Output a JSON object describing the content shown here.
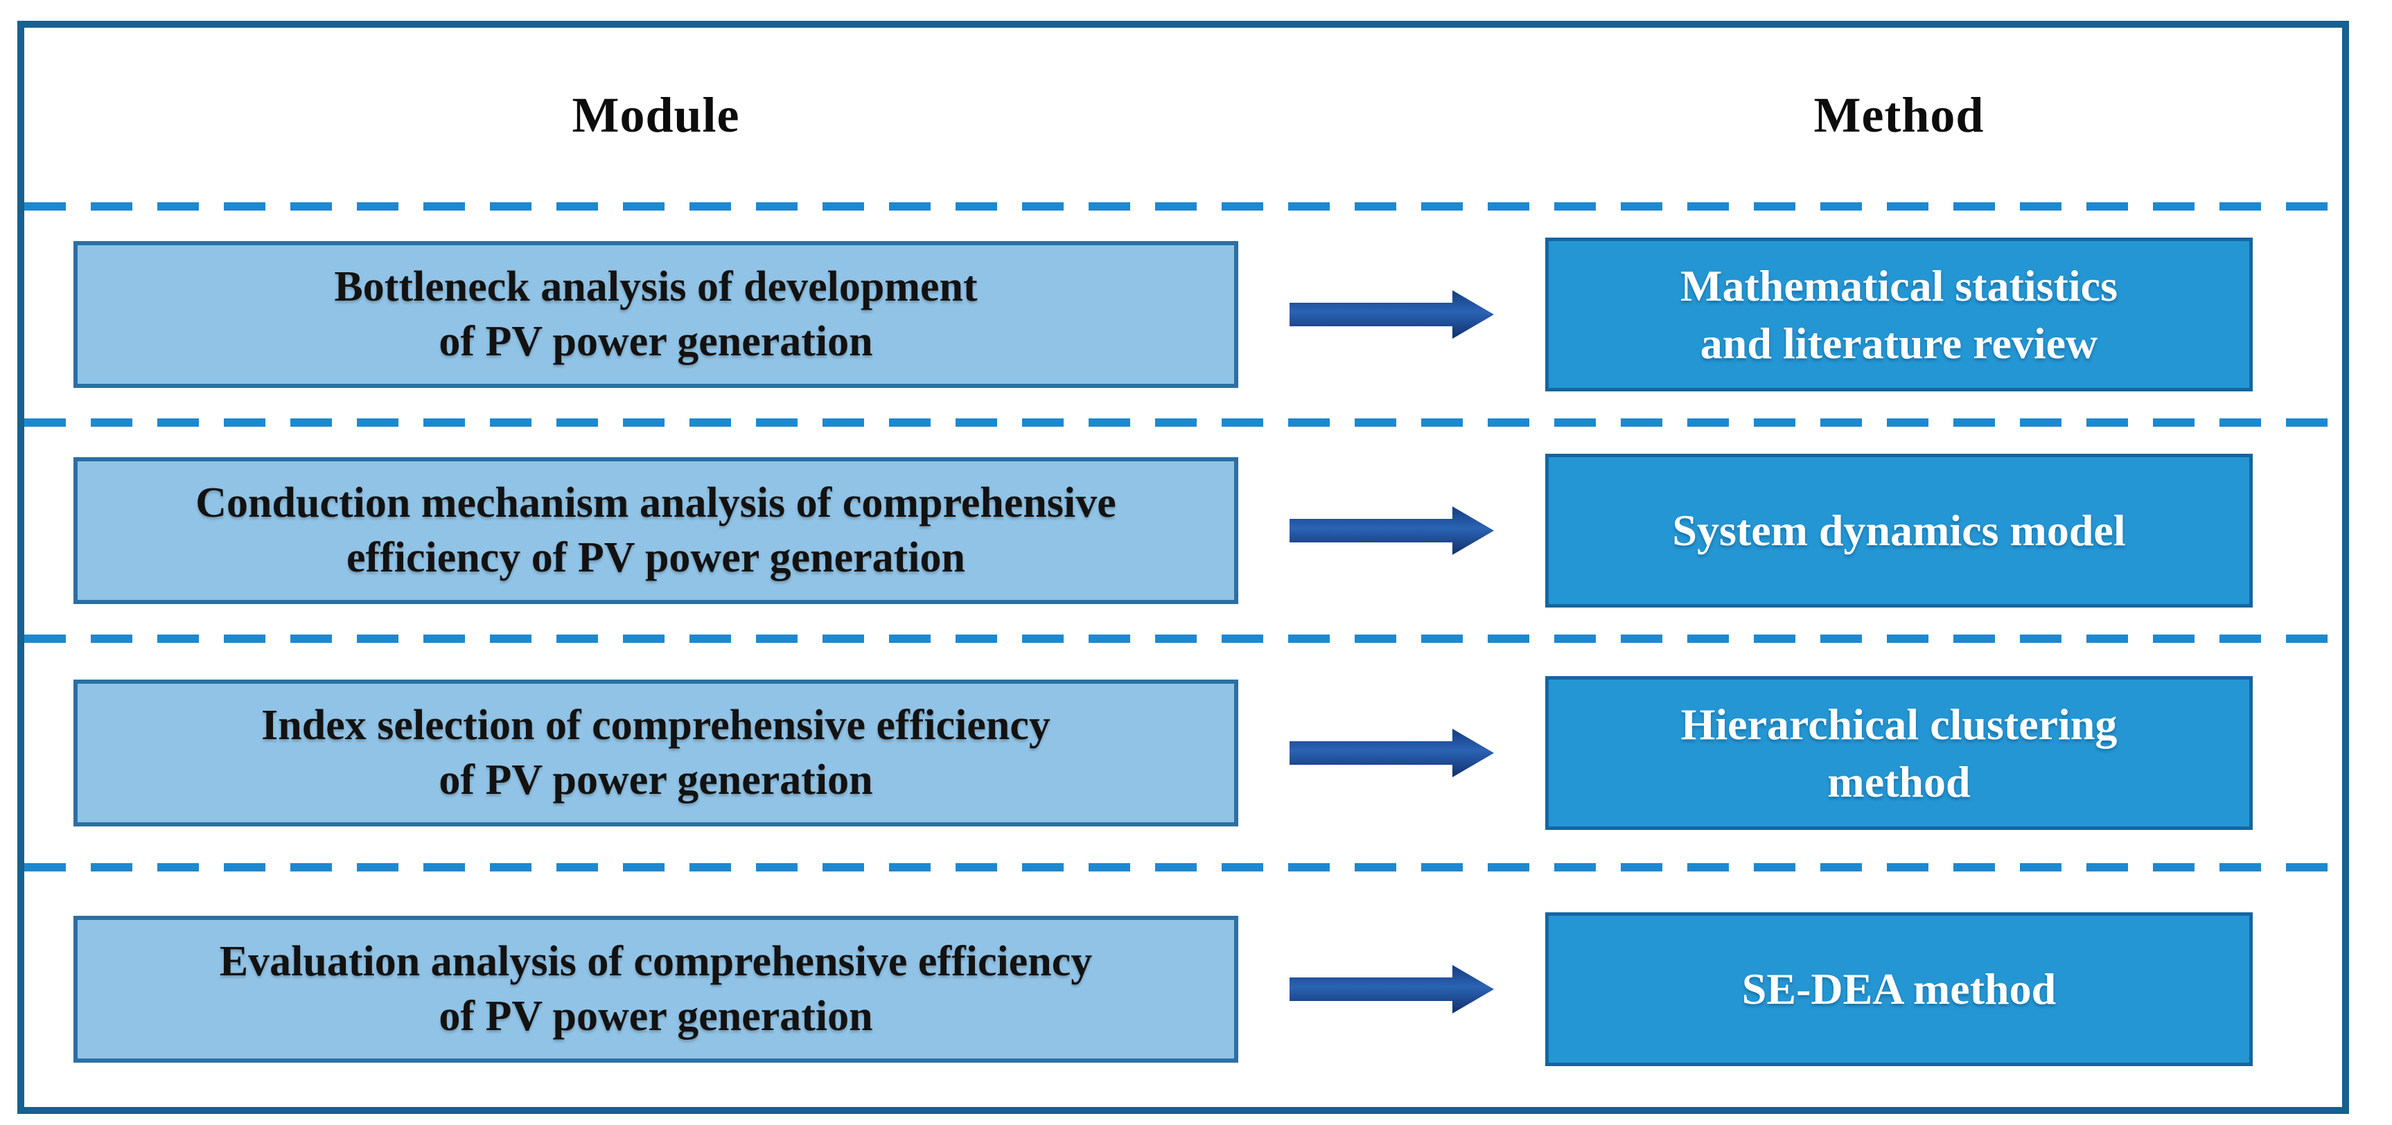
{
  "columns": {
    "module": "Module",
    "method": "Method"
  },
  "rows": [
    {
      "module": "Bottleneck analysis of development\nof PV power generation",
      "method": "Mathematical statistics\nand literature review"
    },
    {
      "module": "Conduction mechanism analysis of comprehensive\nefficiency of PV power generation",
      "method": "System dynamics model"
    },
    {
      "module": "Index selection of comprehensive efficiency\nof PV power generation",
      "method": "Hierarchical clustering\nmethod"
    },
    {
      "module": "Evaluation analysis of comprehensive efficiency\nof PV power generation",
      "method": "SE-DEA method"
    }
  ],
  "icons": {
    "arrow": "right-arrow"
  },
  "colors": {
    "frame_border": "#16618F",
    "dashed_line": "#1E88CF",
    "module_box_fill": "#90C3E6",
    "module_box_border": "#2B6FA3",
    "module_text": "#121212",
    "method_box_fill": "#2496D3",
    "method_box_border": "#1565A0",
    "method_text": "#FFFFFF",
    "arrow_fill": "#1C4E9B"
  }
}
